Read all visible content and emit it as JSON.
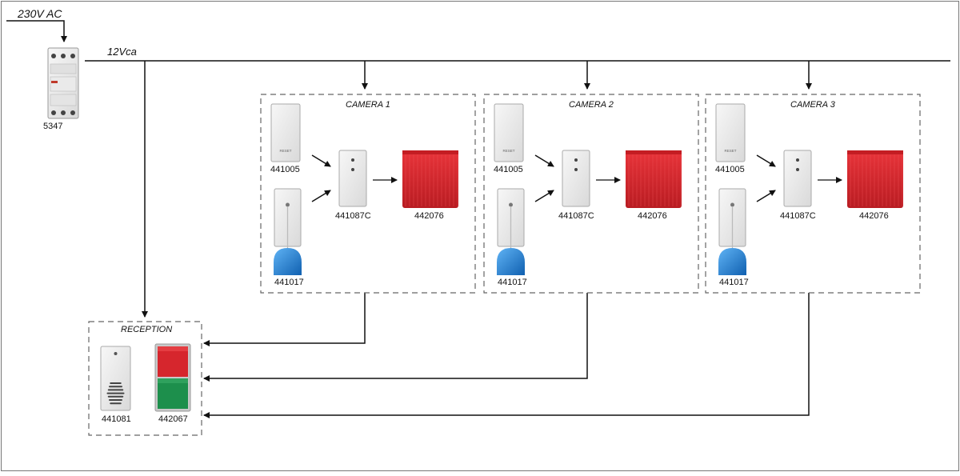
{
  "power": {
    "input_label": "230V AC",
    "bus_label": "12Vca",
    "transformer_code": "5347"
  },
  "rooms": [
    {
      "title": "CAMERA 1",
      "devices": {
        "pull_cord": "441005",
        "pull_switch": "441017",
        "controller": "441087C",
        "lamp": "442076"
      }
    },
    {
      "title": "CAMERA 2",
      "devices": {
        "pull_cord": "441005",
        "pull_switch": "441017",
        "controller": "441087C",
        "lamp": "442076"
      }
    },
    {
      "title": "CAMERA 3",
      "devices": {
        "pull_cord": "441005",
        "pull_switch": "441017",
        "controller": "441087C",
        "lamp": "442076"
      }
    }
  ],
  "reception": {
    "title": "RECEPTION",
    "buzzer_code": "441081",
    "signal_lamp_code": "442067"
  },
  "device_text": {
    "reset_label": "RESET"
  },
  "colors": {
    "alarm_red": "#d6262d",
    "pull_blue": "#1b7fd6",
    "signal_green": "#1d8f4c",
    "line": "#111111",
    "frame": "#555555"
  }
}
